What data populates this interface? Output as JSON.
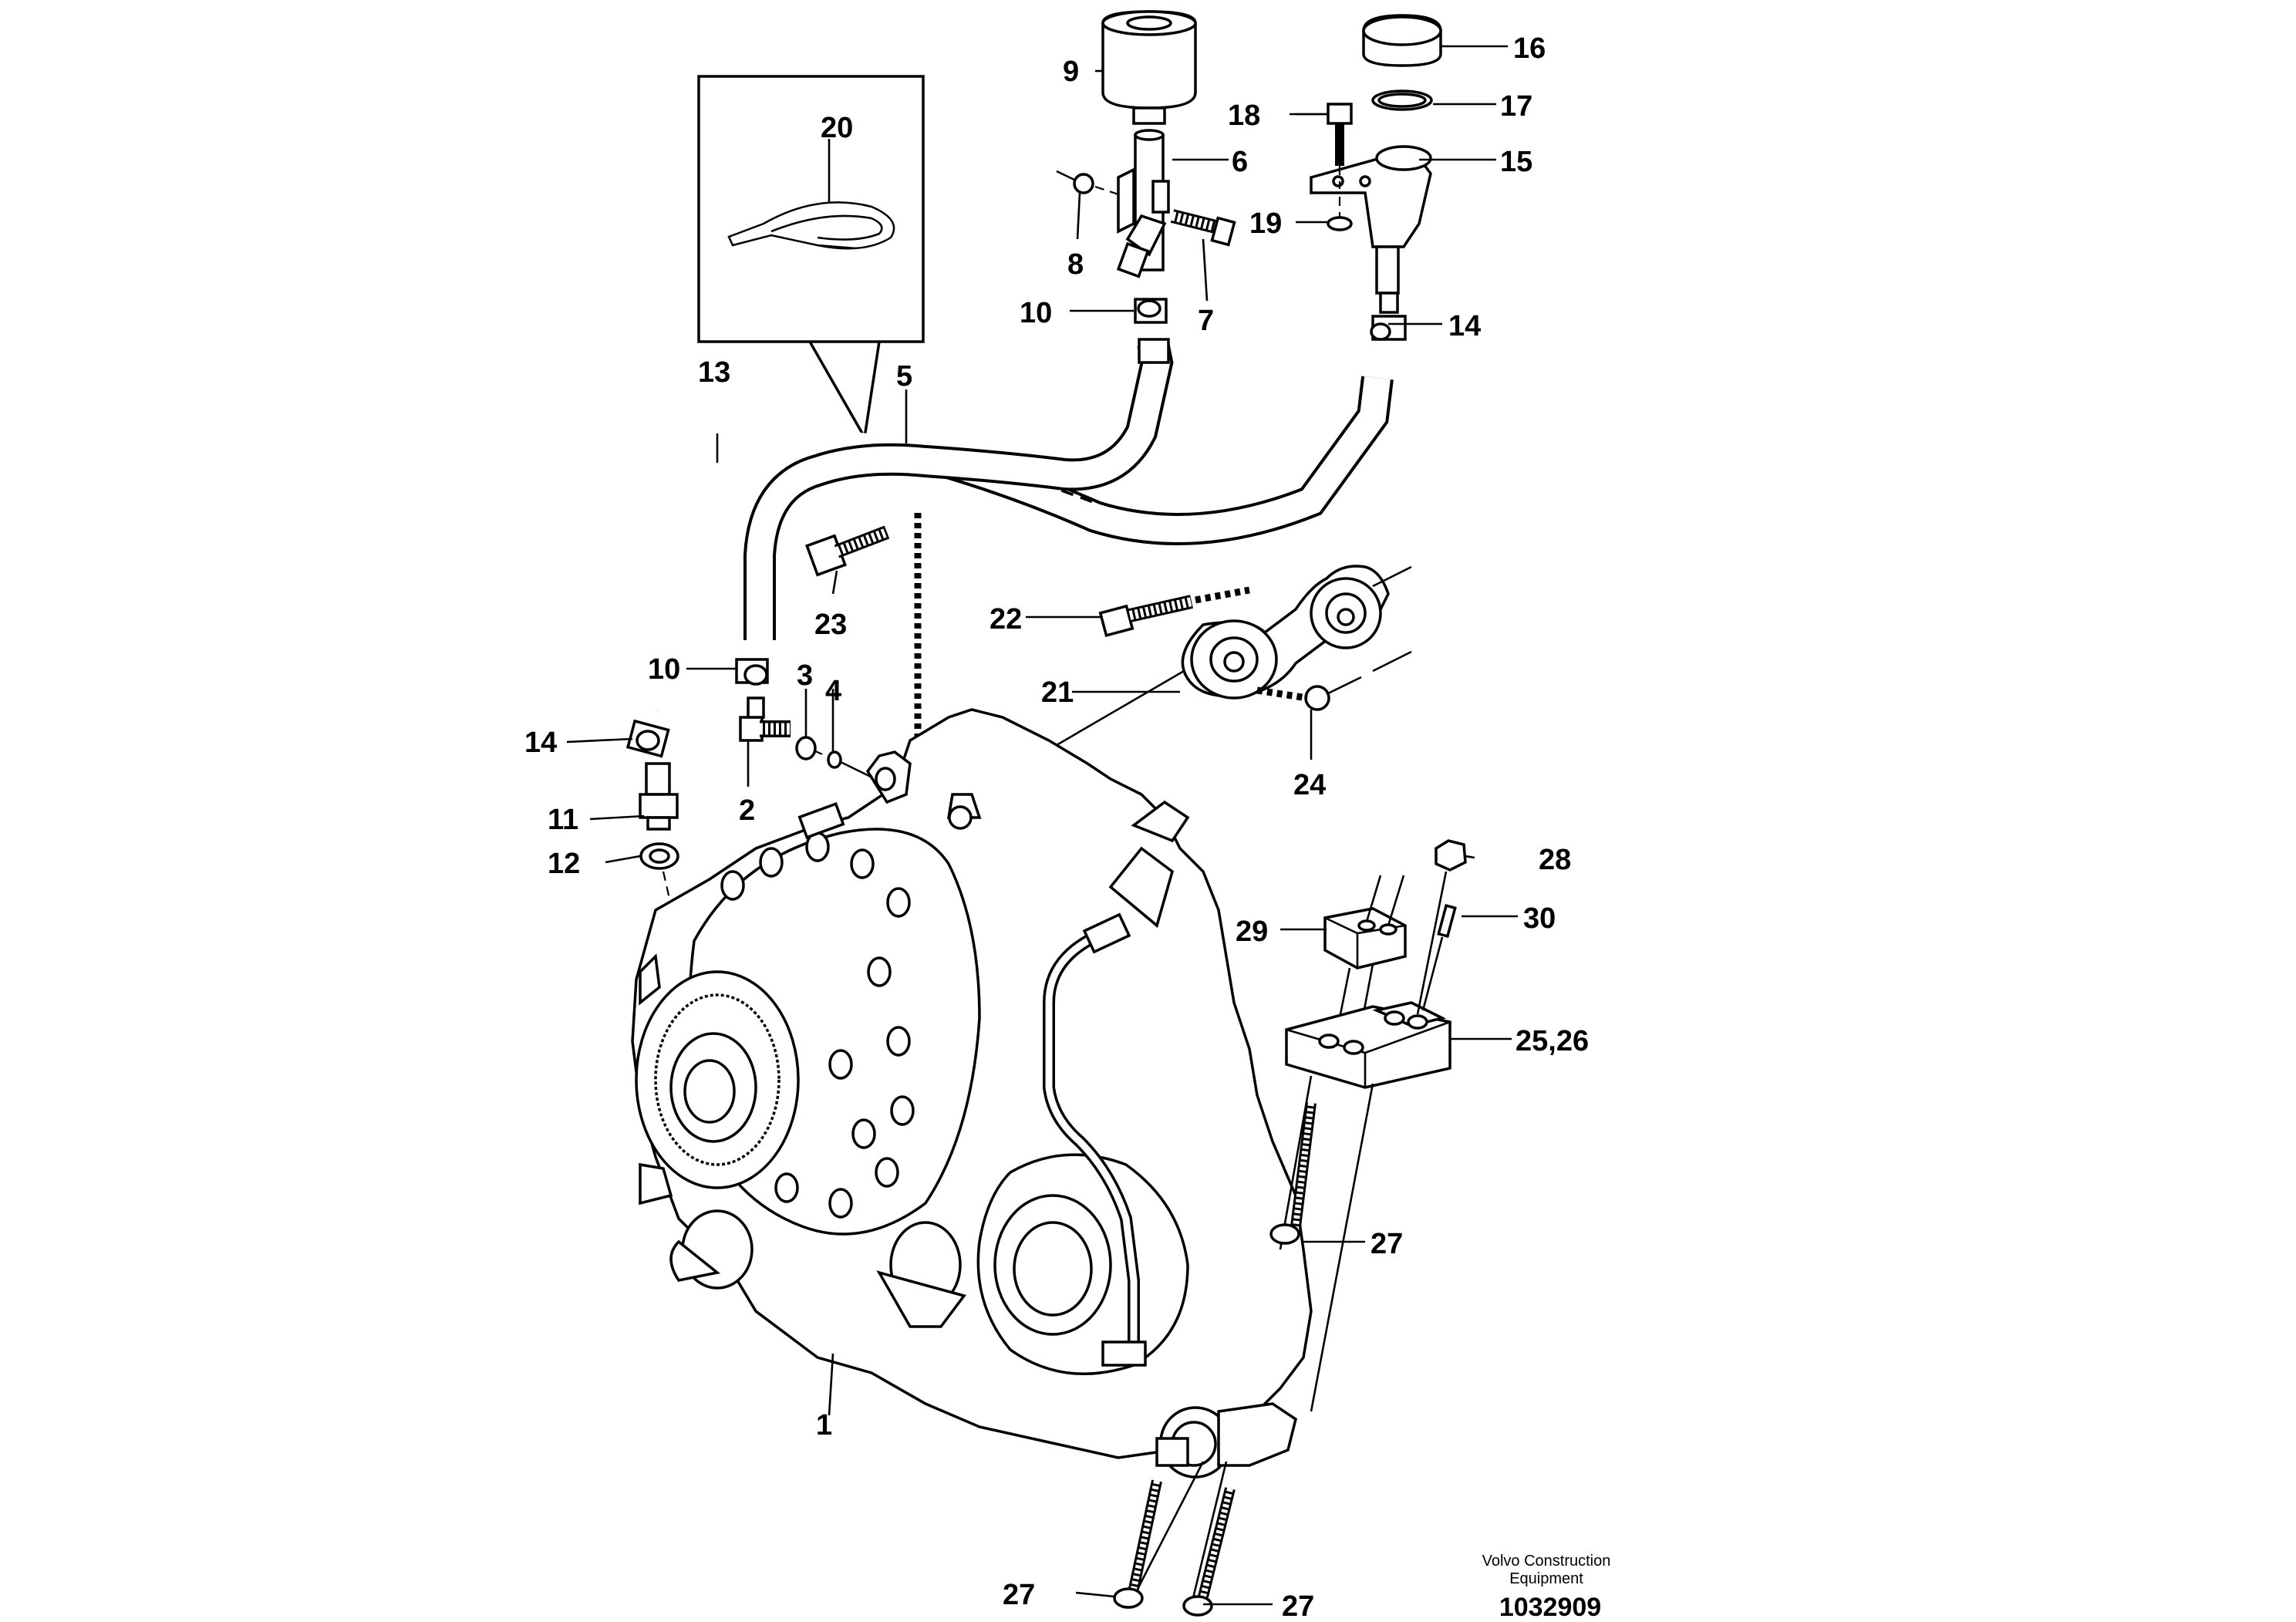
{
  "callouts": [
    {
      "id": "c1",
      "text": "1"
    },
    {
      "id": "c2",
      "text": "2"
    },
    {
      "id": "c3",
      "text": "3"
    },
    {
      "id": "c4",
      "text": "4"
    },
    {
      "id": "c5",
      "text": "5"
    },
    {
      "id": "c6",
      "text": "6"
    },
    {
      "id": "c7",
      "text": "7"
    },
    {
      "id": "c8",
      "text": "8"
    },
    {
      "id": "c9",
      "text": "9"
    },
    {
      "id": "c10a",
      "text": "10"
    },
    {
      "id": "c10b",
      "text": "10"
    },
    {
      "id": "c11",
      "text": "11"
    },
    {
      "id": "c12",
      "text": "12"
    },
    {
      "id": "c13",
      "text": "13"
    },
    {
      "id": "c14a",
      "text": "14"
    },
    {
      "id": "c14b",
      "text": "14"
    },
    {
      "id": "c15",
      "text": "15"
    },
    {
      "id": "c16",
      "text": "16"
    },
    {
      "id": "c17",
      "text": "17"
    },
    {
      "id": "c18",
      "text": "18"
    },
    {
      "id": "c19",
      "text": "19"
    },
    {
      "id": "c20",
      "text": "20"
    },
    {
      "id": "c21",
      "text": "21"
    },
    {
      "id": "c22",
      "text": "22"
    },
    {
      "id": "c23",
      "text": "23"
    },
    {
      "id": "c24",
      "text": "24"
    },
    {
      "id": "c25",
      "text": "25,26"
    },
    {
      "id": "c27a",
      "text": "27"
    },
    {
      "id": "c27b",
      "text": "27"
    },
    {
      "id": "c27c",
      "text": "27"
    },
    {
      "id": "c28",
      "text": "28"
    },
    {
      "id": "c29",
      "text": "29"
    },
    {
      "id": "c30",
      "text": "30"
    }
  ],
  "footer": {
    "brand_line1": "Volvo Construction",
    "brand_line2": "Equipment",
    "doc_number": "1032909"
  }
}
